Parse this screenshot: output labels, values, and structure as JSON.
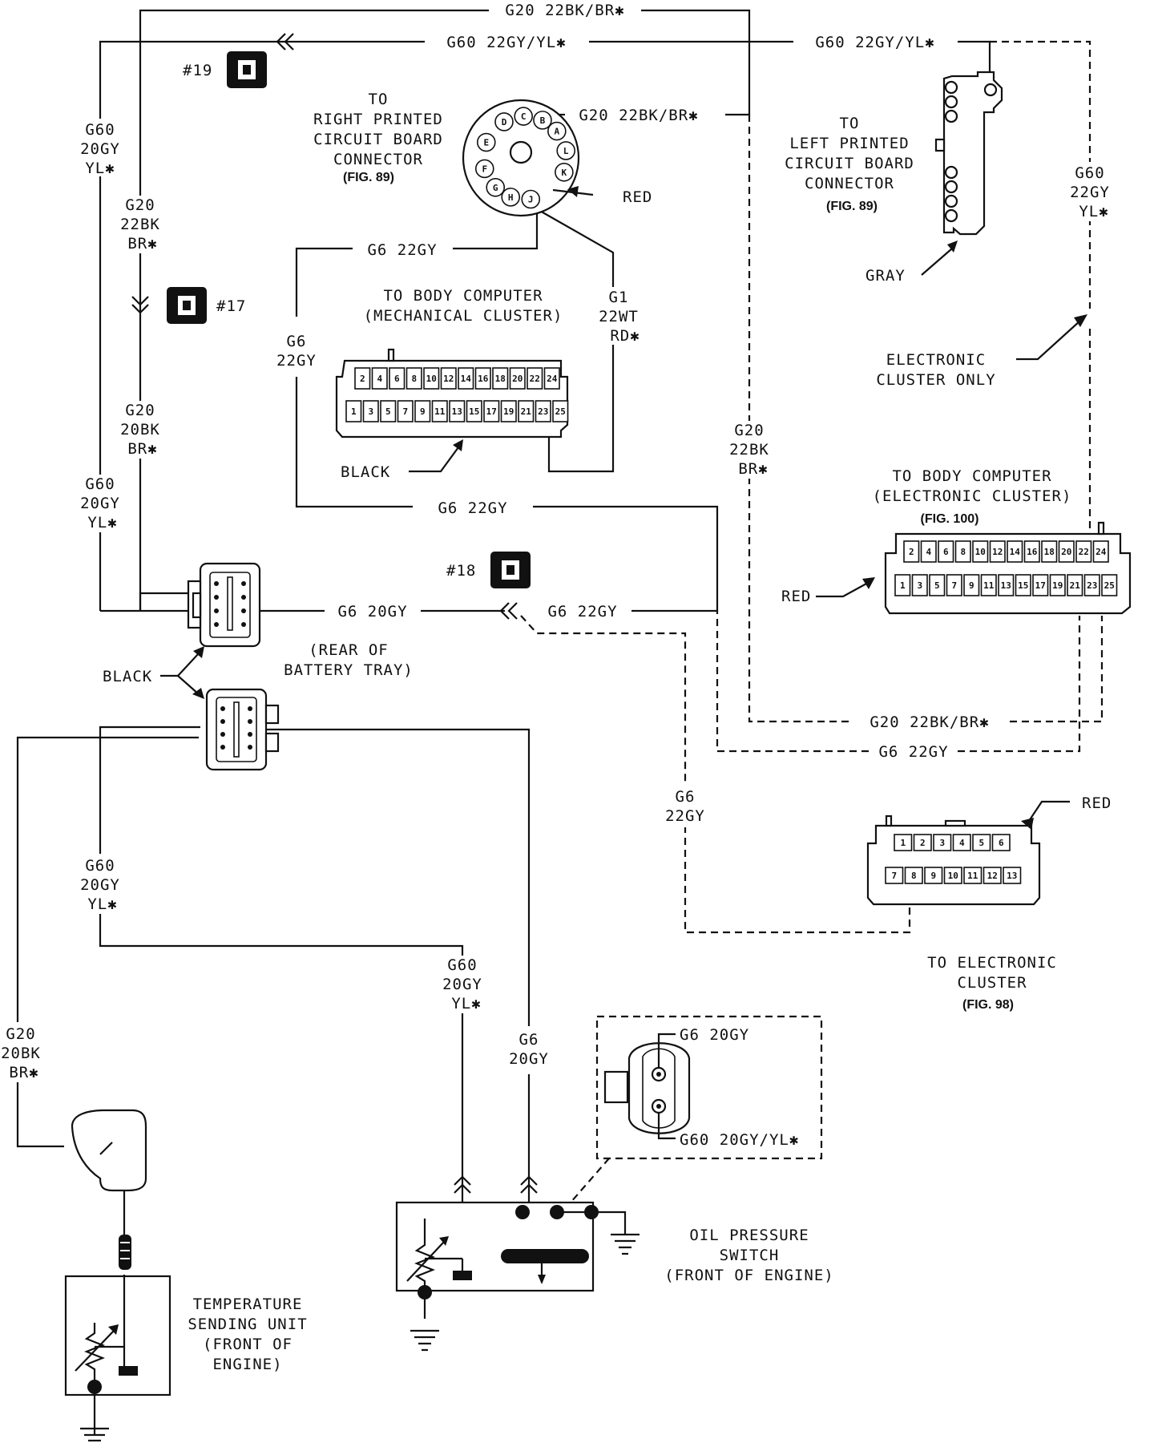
{
  "wires": {
    "g20_top": "G20 22BK/BR✱",
    "g60_top_mid": "G60 22GY/YL✱",
    "g60_top_right": "G60 22GY/YL✱",
    "g20_rpcb": "G20 22BK/BR✱",
    "g6_mech_top": "G6 22GY",
    "g6_mech_bot": "G6 22GY",
    "g6_22gy_a": "G6 22GY",
    "g6_20gy_batt": "G6 20GY",
    "g20_22bk_dash": "G20 22BK/BR✱",
    "g6_22gy_dash": "G6 22GY",
    "g6_20gy_switch": "G6 20GY",
    "g60_20gy_switch": "G60 20GY/YL✱"
  },
  "stacked_labels": {
    "left_g60_upper": [
      "G60",
      "20GY",
      "YL✱"
    ],
    "left_g20_upper": [
      "G20",
      "22BK",
      "BR✱"
    ],
    "left_g20_mid": [
      "G20",
      "20BK",
      "BR✱"
    ],
    "left_g60_mid": [
      "G60",
      "20GY",
      "YL✱"
    ],
    "mech_g6_left": [
      "G6",
      "22GY"
    ],
    "mech_g1": [
      "G1",
      "22WT",
      "RD✱"
    ],
    "right_g60": [
      "G60",
      "22GY",
      "YL✱"
    ],
    "center_g20": [
      "G20",
      "22BK",
      "BR✱"
    ],
    "center_g6": [
      "G6",
      "22GY"
    ],
    "lower_g60_left": [
      "G60",
      "20GY",
      "YL✱"
    ],
    "lower_g60_mid": [
      "G60",
      "20GY",
      "YL✱"
    ],
    "lower_g6": [
      "G6",
      "20GY"
    ],
    "lower_g20": [
      "G20",
      "20BK",
      "BR✱"
    ]
  },
  "splices": {
    "s19": "#19",
    "s17": "#17",
    "s18": "#18"
  },
  "rpcb": {
    "lines": [
      "TO",
      "RIGHT PRINTED",
      "CIRCUIT BOARD",
      "CONNECTOR"
    ],
    "fig": "(FIG. 89)",
    "pins": [
      "A",
      "B",
      "C",
      "D",
      "E",
      "F",
      "G",
      "H",
      "J",
      "K",
      "L"
    ],
    "color_label": "RED"
  },
  "lpcb": {
    "lines": [
      "TO",
      "LEFT PRINTED",
      "CIRCUIT BOARD",
      "CONNECTOR"
    ],
    "fig": "(FIG. 89)",
    "color_label": "GRAY"
  },
  "electronic_only": [
    "ELECTRONIC",
    "CLUSTER ONLY"
  ],
  "body_mech": {
    "lines": [
      "TO BODY COMPUTER",
      "(MECHANICAL CLUSTER)"
    ],
    "top_pins": [
      "2",
      "4",
      "6",
      "8",
      "10",
      "12",
      "14",
      "16",
      "18",
      "20",
      "22",
      "24"
    ],
    "bottom_pins": [
      "1",
      "3",
      "5",
      "7",
      "9",
      "11",
      "13",
      "15",
      "17",
      "19",
      "21",
      "23",
      "25"
    ],
    "color_label": "BLACK"
  },
  "body_elec": {
    "lines": [
      "TO BODY COMPUTER",
      "(ELECTRONIC CLUSTER)"
    ],
    "fig": "(FIG. 100)",
    "top_pins": [
      "2",
      "4",
      "6",
      "8",
      "10",
      "12",
      "14",
      "16",
      "18",
      "20",
      "22",
      "24"
    ],
    "bottom_pins": [
      "1",
      "3",
      "5",
      "7",
      "9",
      "11",
      "13",
      "15",
      "17",
      "19",
      "21",
      "23",
      "25"
    ],
    "color_label": "RED"
  },
  "battery_tray": {
    "lines": [
      "(REAR OF",
      "BATTERY TRAY)"
    ],
    "color_label": "BLACK"
  },
  "elec_cluster": {
    "lines": [
      "TO ELECTRONIC",
      "CLUSTER"
    ],
    "fig": "(FIG. 98)",
    "top_pins": [
      "1",
      "2",
      "3",
      "4",
      "5",
      "6"
    ],
    "bottom_pins": [
      "7",
      "8",
      "9",
      "10",
      "11",
      "12",
      "13"
    ],
    "color_label": "RED"
  },
  "oil_switch": {
    "lines": [
      "OIL PRESSURE",
      "SWITCH",
      "(FRONT OF ENGINE)"
    ]
  },
  "temp_unit": {
    "lines": [
      "TEMPERATURE",
      "SENDING UNIT",
      "(FRONT OF",
      "ENGINE)"
    ]
  }
}
